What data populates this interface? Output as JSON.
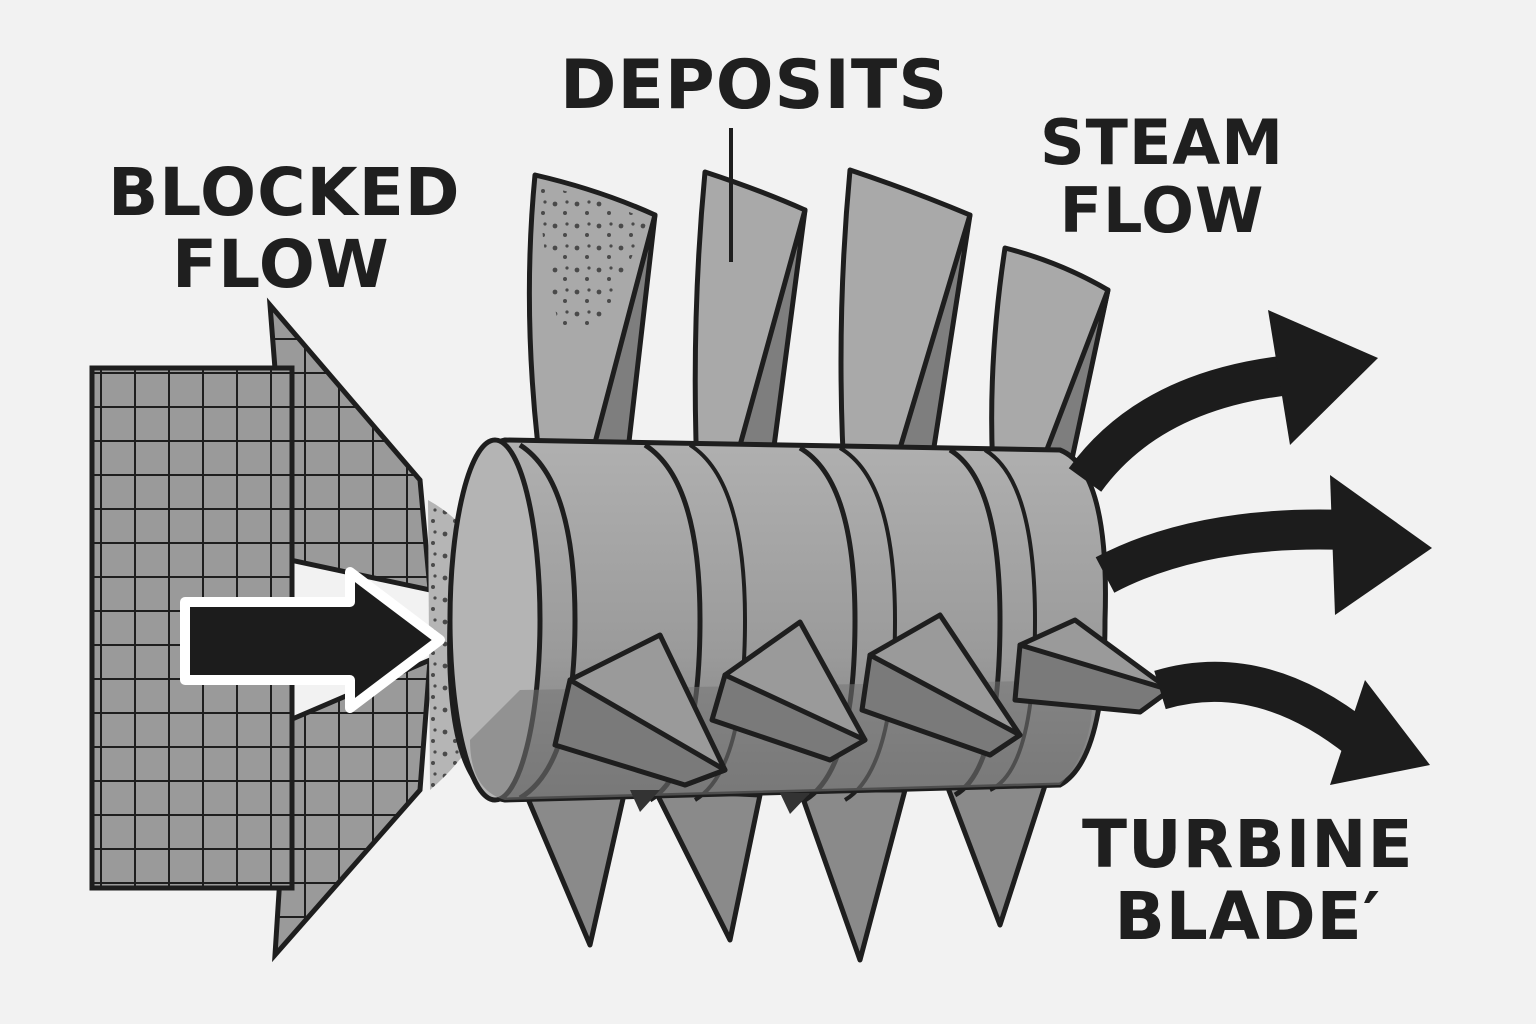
{
  "labels": {
    "deposits": "DEPOSITS",
    "blocked_flow": [
      "BLOCKED",
      "FLOW"
    ],
    "steam_flow": [
      "STEAM",
      "FLOW"
    ],
    "turbine_blade": [
      "TURBINE",
      "BLADE′"
    ]
  },
  "colors": {
    "background": "#f2f2f2",
    "outline": "#1e1e1e",
    "metal_light": "#a9a9a9",
    "metal_mid": "#8f8f8f",
    "metal_dark": "#6f6f6f",
    "arrow": "#1c1c1c",
    "deposit_dots": "#4a4a4a"
  }
}
